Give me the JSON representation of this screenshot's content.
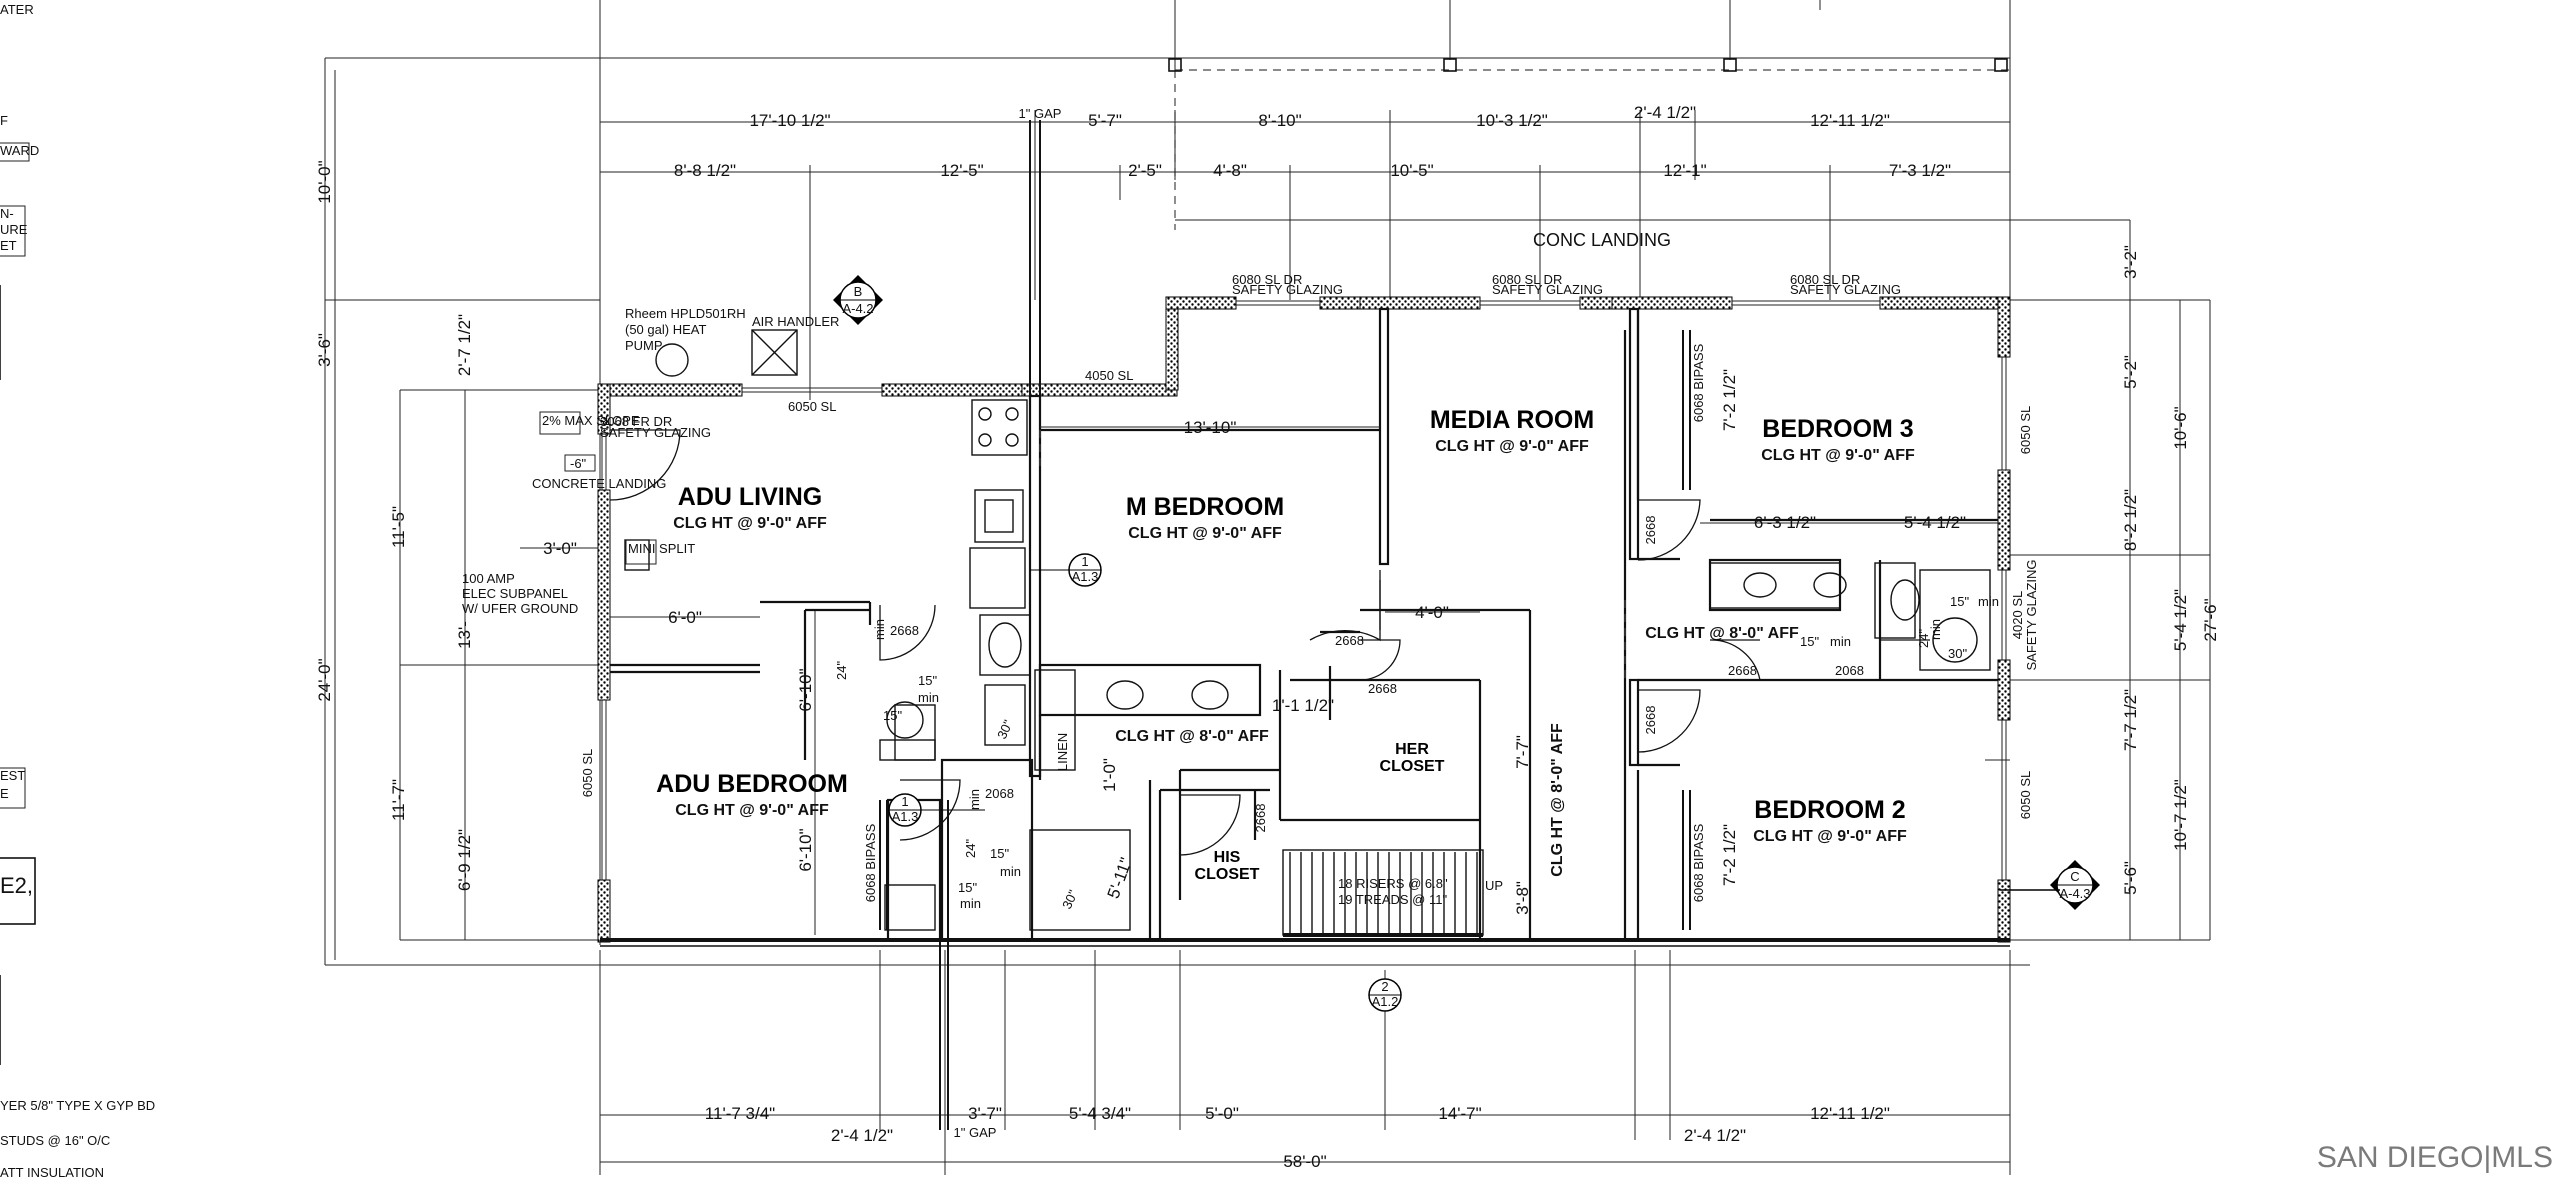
{
  "rooms": {
    "adu_living": {
      "name": "ADU LIVING",
      "clg": "CLG HT @ 9'-0\" AFF"
    },
    "m_bedroom": {
      "name": "M BEDROOM",
      "clg": "CLG HT @ 9'-0\" AFF"
    },
    "media_room": {
      "name": "MEDIA ROOM",
      "clg": "CLG HT @ 9'-0\" AFF"
    },
    "bedroom3": {
      "name": "BEDROOM 3",
      "clg": "CLG HT @ 9'-0\" AFF"
    },
    "adu_bedroom": {
      "name": "ADU BEDROOM",
      "clg": "CLG HT @ 9'-0\" AFF"
    },
    "bedroom2": {
      "name": "BEDROOM 2",
      "clg": "CLG HT @ 9'-0\" AFF"
    },
    "his_closet": {
      "l1": "HIS",
      "l2": "CLOSET"
    },
    "her_closet": {
      "l1": "HER",
      "l2": "CLOSET"
    },
    "linen": "LINEN",
    "bath_clg": "CLG HT @ 8'-0\" AFF",
    "hall_clg": "CLG HT @ 8'-0\" AFF",
    "stair_clg": "CLG HT @ 8'-0\" AFF",
    "conc_landing": "CONC LANDING"
  },
  "labels": {
    "rheem_1": "Rheem HPLD501RH",
    "rheem_2": "(50 gal) HEAT",
    "rheem_3": "PUMP",
    "air_handler": "AIR HANDLER",
    "subpanel_1": "100 AMP",
    "subpanel_2": "ELEC SUBPANEL",
    "subpanel_3": "W/ UFER GROUND",
    "mini_split": "MINI SPLIT",
    "slope": "2% MAX SLOPE",
    "concrete_landing": "CONCRETE LANDING",
    "minus6": "-6\"",
    "fr_dr": "3068 FR DR",
    "safety_glazing": "SAFETY GLAZING",
    "sl_dr": "6080 SL DR",
    "w_6050": "6050 SL",
    "w_4050": "4050 SL",
    "w_4020": "4020 SL",
    "bipass": "6068 BIPASS",
    "d_2668": "2668",
    "d_2068": "2068",
    "risers": "18 RISERS @ 6.8\"",
    "treads": "19 TREADS @ 11\"",
    "up": "UP",
    "min": "min",
    "d15": "15\"",
    "d24": "24\"",
    "d30": "30\"",
    "gap": "1\" GAP"
  },
  "dims": {
    "top1": [
      "17'-10 1/2\"",
      "5'-7\"",
      "8'-10\"",
      "10'-3 1/2\"",
      "2'-4 1/2\"",
      "12'-11 1/2\""
    ],
    "top2": [
      "8'-8 1/2\"",
      "12'-5\"",
      "2'-5\"",
      "4'-8\"",
      "10'-5\"",
      "12'-1\"",
      "7'-3 1/2\""
    ],
    "bottom1": [
      "11'-7 3/4\"",
      "3'-7\"",
      "5'-4 3/4\"",
      "5'-0\"",
      "14'-7\"",
      "12'-11 1/2\""
    ],
    "bottom2": [
      "2'-4 1/2\"",
      "2'-4 1/2\""
    ],
    "overall": "58'-0\"",
    "left_a": [
      "10'-0\"",
      "3'-6\"",
      "24'-0\""
    ],
    "left_b": [
      "2'-7 1/2\"",
      "13'-",
      "6'-9 1/2\""
    ],
    "left_c": [
      "11'-5\"",
      "11'-7\""
    ],
    "left_d": [
      "6'-10\"",
      "6'-10\""
    ],
    "right_a": [
      "3'-2\"",
      "5'-2\"",
      "8'-2 1/2\"",
      "7'-7 1/2\"",
      "5'-6\""
    ],
    "right_b": [
      "10'-6\"",
      "5'-4 1/2\"",
      "10'-7 1/2\""
    ],
    "right_overall": "27'-6\"",
    "interior": {
      "d13_10": "13'-10\"",
      "d3_0": "3'-0\"",
      "d6_0": "6'-0\"",
      "d4_0": "4'-0\"",
      "d1_1": "1'-1 1/2\"",
      "d7_2a": "7'-2 1/2\"",
      "d7_2b": "7'-2 1/2\"",
      "d6_3": "6'-3 1/2\"",
      "d5_4": "5'-4 1/2\"",
      "d7_7": "7'-7\"",
      "d3_8": "3'-8\"",
      "d1_0": "1'-0\"",
      "d5_11": "5'-11\""
    }
  },
  "markers": {
    "b_top": "B",
    "b_bot": "A-4.2",
    "c_top": "C",
    "c_bot": "A-4.3",
    "m1_top": "1",
    "m1_bot": "A1.3",
    "m2_top": "1",
    "m2_bot": "A1.3",
    "m3_top": "2",
    "m3_bot": "A1.2"
  },
  "legend": {
    "l1": "ATER",
    "l2": "F",
    "l3": "WARD",
    "l4": "N-",
    "l5": "URE",
    "l6": "ET",
    "l7": "EST",
    "l8": "E",
    "l9": "E2,",
    "l10": "YER 5/8\" TYPE X GYP BD",
    "l11": "STUDS @ 16\" O/C",
    "l12": "ATT INSULATION"
  },
  "watermark": "SAN DIEGO|MLS"
}
